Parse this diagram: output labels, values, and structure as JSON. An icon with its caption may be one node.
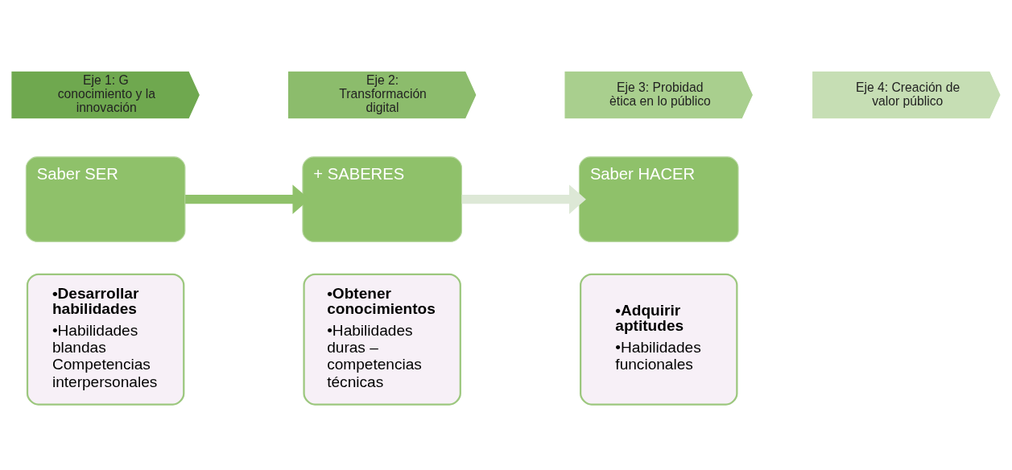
{
  "diagram": {
    "nodes": [
      {
        "text": [
          "Eje 1: G conocimiento y la innovación"
        ]
      },
      {
        "text": [
          "Eje 2: Transformación digital"
        ]
      },
      {
        "text": [
          "Eje 3: Probidad ètica en lo público"
        ]
      },
      {
        "text": [
          "Eje 4: Creación de valor público"
        ]
      },
      {
        "text": [
          "Saber SER"
        ]
      },
      {
        "text": [
          "•Desarrollar habilidades",
          "•Habilidades blandas Competencias interpersonales"
        ]
      },
      {
        "text": [
          "+ SABERES"
        ]
      },
      {
        "text": [
          "•Obtener conocimientos",
          "•Habilidades duras – competencias técnicas"
        ]
      },
      {
        "text": [
          "Saber HACER"
        ]
      },
      {
        "text": [
          "•Adquirir aptitudes",
          "•Habilidades funcionales"
        ]
      }
    ],
    "edges": [
      {
        "from": 4,
        "to": 6,
        "arrow": "to"
      },
      {
        "from": 6,
        "to": 8,
        "arrow": "to",
        "color": "#dde8d6"
      }
    ]
  }
}
